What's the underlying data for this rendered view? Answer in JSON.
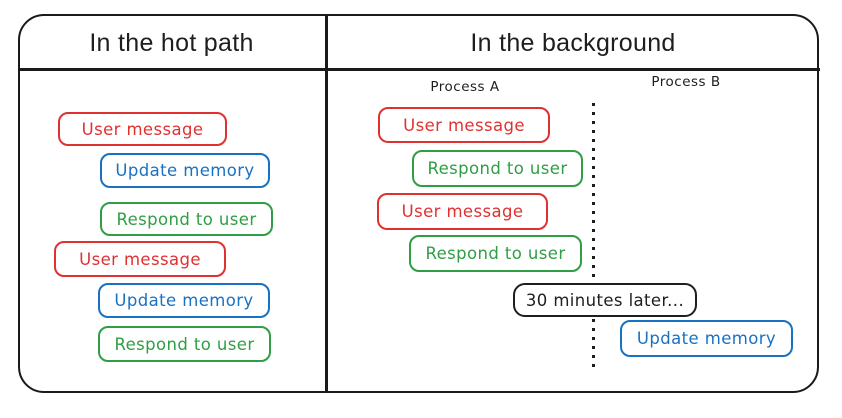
{
  "left_panel": {
    "title": "In the hot path",
    "steps": [
      {
        "label": "User message",
        "color": "#e03131"
      },
      {
        "label": "Update memory",
        "color": "#1971c2"
      },
      {
        "label": "Respond to user",
        "color": "#2f9e44"
      },
      {
        "label": "User message",
        "color": "#e03131"
      },
      {
        "label": "Update memory",
        "color": "#1971c2"
      },
      {
        "label": "Respond to user",
        "color": "#2f9e44"
      }
    ]
  },
  "right_panel": {
    "title": "In the background",
    "process_a": {
      "label": "Process A",
      "steps": [
        {
          "label": "User message",
          "color": "#e03131"
        },
        {
          "label": "Respond to user",
          "color": "#2f9e44"
        },
        {
          "label": "User message",
          "color": "#e03131"
        },
        {
          "label": "Respond to user",
          "color": "#2f9e44"
        }
      ]
    },
    "process_b": {
      "label": "Process B",
      "steps": [
        {
          "label": "Update memory",
          "color": "#1971c2"
        }
      ]
    },
    "time_note": {
      "label": "30 minutes later...",
      "color": "#1e1e1e"
    }
  },
  "palette": {
    "red": "#e03131",
    "blue": "#1971c2",
    "green": "#2f9e44",
    "ink": "#1e1e1e",
    "background": "#ffffff"
  }
}
